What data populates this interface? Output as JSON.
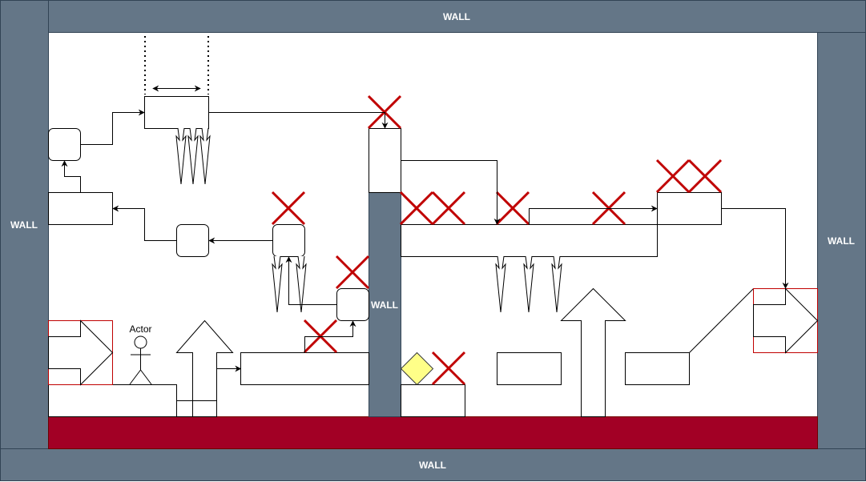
{
  "labels": {
    "wall_top": "WALL",
    "wall_bottom": "WALL",
    "wall_left": "WALL",
    "wall_right": "WALL",
    "wall_center": "WALL",
    "actor": "Actor"
  },
  "colors": {
    "wall": "#647687",
    "wall_border": "#314354",
    "lava": "#a20025",
    "lava_border": "#6f0000",
    "danger_x": "#c00000",
    "goal_diamond": "#ffff88",
    "goal_diamond_border": "#36393d",
    "line": "#000000",
    "background": "#ffffff"
  }
}
